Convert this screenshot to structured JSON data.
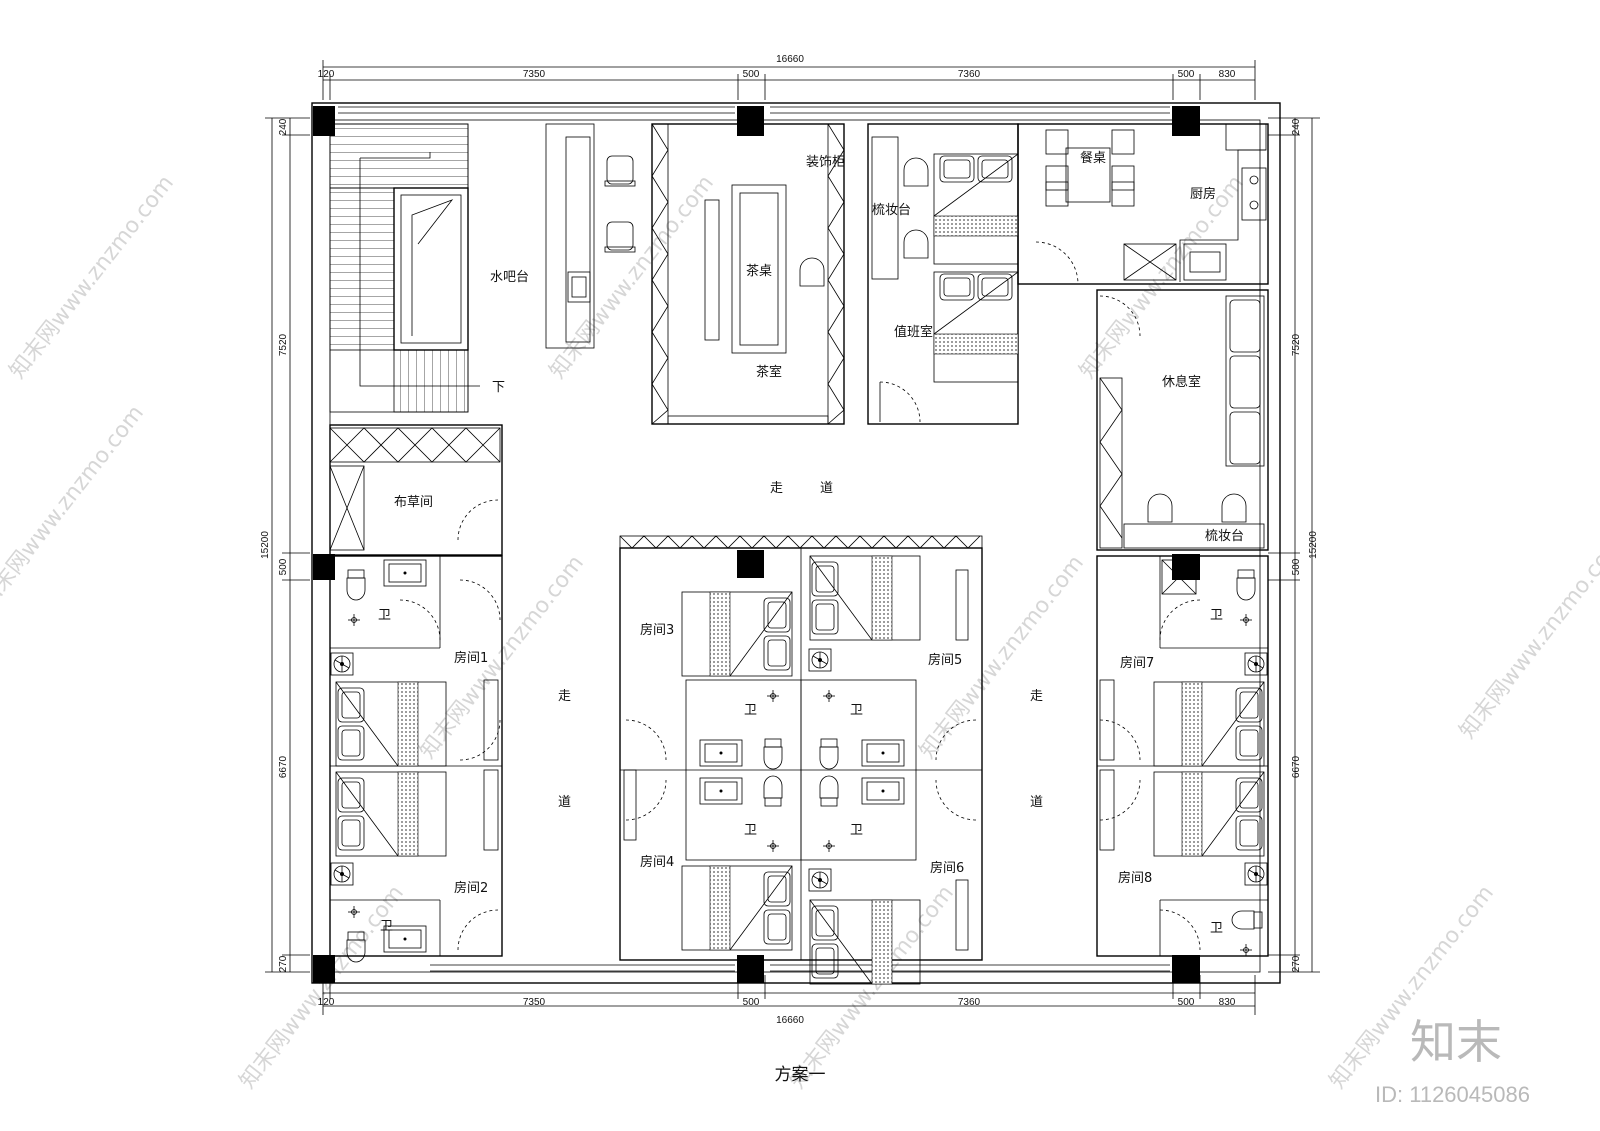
{
  "title": "方案一",
  "dimensions": {
    "top": [
      "120",
      "7350",
      "500",
      "7360",
      "500",
      "830"
    ],
    "top_total": "16660",
    "bottom": [
      "120",
      "7350",
      "500",
      "7360",
      "500",
      "830"
    ],
    "bottom_total": "16660",
    "left": [
      "240",
      "7520",
      "500",
      "6670",
      "270"
    ],
    "left_total": "15200",
    "right": [
      "240",
      "7520",
      "500",
      "6670",
      "270"
    ],
    "right_total": "15200"
  },
  "rooms": {
    "water_bar": "水吧台",
    "down": "下",
    "tea_table": "茶桌",
    "tea_room": "茶室",
    "decor_cabinet": "装饰柜",
    "dresser_1": "梳妆台",
    "duty_room": "值班室",
    "dining_table": "餐桌",
    "kitchen": "厨房",
    "lounge": "休息室",
    "dresser_2": "梳妆台",
    "linen_room": "布草间",
    "corridor_top": [
      "走",
      "道"
    ],
    "corridor_left": [
      "走",
      "道"
    ],
    "corridor_right": [
      "走",
      "道"
    ],
    "room1": "房间1",
    "room2": "房间2",
    "room3": "房间3",
    "room4": "房间4",
    "room5": "房间5",
    "room6": "房间6",
    "room7": "房间7",
    "room8": "房间8",
    "wc": "卫"
  },
  "watermark": {
    "text": "知末网www.znzmo.com",
    "brand": "知末",
    "id": "ID: 1126045086"
  },
  "colors": {
    "line": "#000000",
    "watermark": "#d6d6d6",
    "hatch": "#9a9a9a"
  }
}
